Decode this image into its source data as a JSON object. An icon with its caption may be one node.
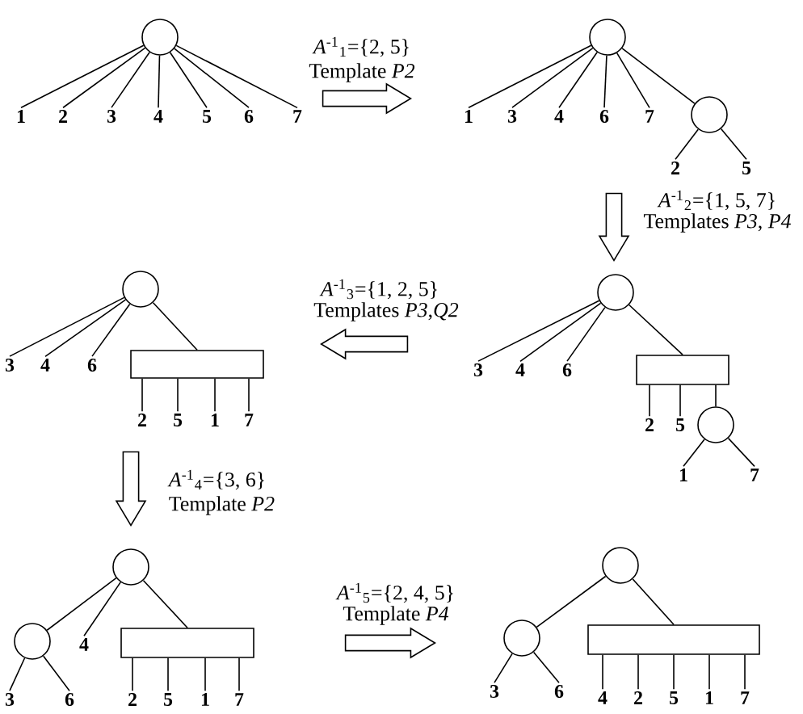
{
  "diagram": {
    "nodes": [
      {
        "text": [],
        "shape": "picture"
      },
      {
        "text": [],
        "shape": "circle",
        "in": 0
      },
      {
        "text": [
          "1"
        ],
        "in": 0
      },
      {
        "text": [
          "2"
        ],
        "in": 0
      },
      {
        "text": [
          "3"
        ],
        "in": 0
      },
      {
        "text": [
          "4"
        ],
        "in": 0
      },
      {
        "text": [
          "5"
        ],
        "in": 0
      },
      {
        "text": [
          "6"
        ],
        "in": 0
      },
      {
        "text": [
          "7"
        ],
        "in": 0
      },
      {
        "text": [],
        "shape": "picture"
      },
      {
        "text": [],
        "shape": "circle",
        "in": 9
      },
      {
        "text": [
          "1"
        ],
        "in": 9
      },
      {
        "text": [
          "3"
        ],
        "in": 9
      },
      {
        "text": [
          "4"
        ],
        "in": 9
      },
      {
        "text": [
          "6"
        ],
        "in": 9
      },
      {
        "text": [
          "7"
        ],
        "in": 9
      },
      {
        "text": [],
        "shape": "circle",
        "in": 9
      },
      {
        "text": [
          "2"
        ],
        "in": 9
      },
      {
        "text": [
          "5"
        ],
        "in": 9
      },
      {
        "text": [],
        "shape": "picture"
      },
      {
        "text": [],
        "shape": "circle",
        "in": 19
      },
      {
        "text": [
          "3"
        ],
        "in": 19
      },
      {
        "text": [
          "4"
        ],
        "in": 19
      },
      {
        "text": [
          "6"
        ],
        "in": 19
      },
      {
        "text": [],
        "shape": "box",
        "in": 19
      },
      {
        "text": [
          "2"
        ],
        "in": 19
      },
      {
        "text": [
          "5"
        ],
        "in": 19
      },
      {
        "text": [],
        "shape": "circle",
        "in": 19
      },
      {
        "text": [
          "1"
        ],
        "in": 19
      },
      {
        "text": [
          "7"
        ],
        "in": 19
      },
      {
        "text": [],
        "shape": "picture"
      },
      {
        "text": [],
        "shape": "circle",
        "in": 30
      },
      {
        "text": [
          "3"
        ],
        "in": 30
      },
      {
        "text": [
          "4"
        ],
        "in": 30
      },
      {
        "text": [
          "6"
        ],
        "in": 30
      },
      {
        "text": [],
        "shape": "box",
        "in": 30
      },
      {
        "text": [
          "2"
        ],
        "in": 30
      },
      {
        "text": [
          "5"
        ],
        "in": 30
      },
      {
        "text": [
          "1"
        ],
        "in": 30
      },
      {
        "text": [
          "7"
        ],
        "in": 30
      },
      {
        "text": [],
        "shape": "picture"
      },
      {
        "text": [],
        "shape": "circle",
        "in": 40
      },
      {
        "text": [],
        "shape": "circle",
        "in": 40
      },
      {
        "text": [
          "3"
        ],
        "in": 40
      },
      {
        "text": [
          "6"
        ],
        "in": 40
      },
      {
        "text": [
          "4"
        ],
        "in": 40
      },
      {
        "text": [],
        "shape": "box",
        "in": 40
      },
      {
        "text": [
          "2"
        ],
        "in": 40
      },
      {
        "text": [
          "5"
        ],
        "in": 40
      },
      {
        "text": [
          "1"
        ],
        "in": 40
      },
      {
        "text": [
          "7"
        ],
        "in": 40
      },
      {
        "text": [],
        "shape": "picture"
      },
      {
        "text": [],
        "shape": "circle",
        "in": 51
      },
      {
        "text": [],
        "shape": "circle",
        "in": 51
      },
      {
        "text": [
          "3"
        ],
        "in": 51
      },
      {
        "text": [
          "6"
        ],
        "in": 51
      },
      {
        "text": [],
        "shape": "box",
        "in": 51
      },
      {
        "text": [
          "4"
        ],
        "in": 51
      },
      {
        "text": [
          "2"
        ],
        "in": 51
      },
      {
        "text": [
          "5"
        ],
        "in": 51
      },
      {
        "text": [
          "1"
        ],
        "in": 51
      },
      {
        "text": [
          "7"
        ],
        "in": 51
      }
    ],
    "edges": [
      {
        "from": 1,
        "to": 2,
        "arrow": "none"
      },
      {
        "from": 1,
        "to": 3,
        "arrow": "none"
      },
      {
        "from": 1,
        "to": 4,
        "arrow": "none"
      },
      {
        "from": 1,
        "to": 5,
        "arrow": "none"
      },
      {
        "from": 1,
        "to": 6,
        "arrow": "none"
      },
      {
        "from": 1,
        "to": 7,
        "arrow": "none"
      },
      {
        "from": 1,
        "to": 8,
        "arrow": "none"
      },
      {
        "from": 0,
        "to": 9,
        "arrow": "to",
        "style": "thick"
      },
      {
        "from": 10,
        "to": 11,
        "arrow": "none"
      },
      {
        "from": 10,
        "to": 12,
        "arrow": "none"
      },
      {
        "from": 10,
        "to": 13,
        "arrow": "none"
      },
      {
        "from": 10,
        "to": 14,
        "arrow": "none"
      },
      {
        "from": 10,
        "to": 15,
        "arrow": "none"
      },
      {
        "from": 10,
        "to": 16,
        "arrow": "none"
      },
      {
        "from": 16,
        "to": 17,
        "arrow": "none"
      },
      {
        "from": 16,
        "to": 18,
        "arrow": "none"
      },
      {
        "from": 9,
        "to": 19,
        "arrow": "to",
        "style": "thick"
      },
      {
        "from": 20,
        "to": 21,
        "arrow": "none"
      },
      {
        "from": 20,
        "to": 22,
        "arrow": "none"
      },
      {
        "from": 20,
        "to": 23,
        "arrow": "none"
      },
      {
        "from": 20,
        "to": 24,
        "arrow": "none"
      },
      {
        "from": 24,
        "to": 25,
        "arrow": "none"
      },
      {
        "from": 24,
        "to": 26,
        "arrow": "none"
      },
      {
        "from": 24,
        "to": 27,
        "arrow": "none"
      },
      {
        "from": 27,
        "to": 28,
        "arrow": "none"
      },
      {
        "from": 27,
        "to": 29,
        "arrow": "none"
      },
      {
        "from": 19,
        "to": 30,
        "arrow": "to",
        "style": "thick"
      },
      {
        "from": 31,
        "to": 32,
        "arrow": "none"
      },
      {
        "from": 31,
        "to": 33,
        "arrow": "none"
      },
      {
        "from": 31,
        "to": 34,
        "arrow": "none"
      },
      {
        "from": 31,
        "to": 35,
        "arrow": "none"
      },
      {
        "from": 35,
        "to": 36,
        "arrow": "none"
      },
      {
        "from": 35,
        "to": 37,
        "arrow": "none"
      },
      {
        "from": 35,
        "to": 38,
        "arrow": "none"
      },
      {
        "from": 35,
        "to": 39,
        "arrow": "none"
      },
      {
        "from": 30,
        "to": 40,
        "arrow": "to",
        "style": "thick"
      },
      {
        "from": 41,
        "to": 42,
        "arrow": "none"
      },
      {
        "from": 41,
        "to": 45,
        "arrow": "none"
      },
      {
        "from": 41,
        "to": 46,
        "arrow": "none"
      },
      {
        "from": 42,
        "to": 43,
        "arrow": "none"
      },
      {
        "from": 42,
        "to": 44,
        "arrow": "none"
      },
      {
        "from": 46,
        "to": 47,
        "arrow": "none"
      },
      {
        "from": 46,
        "to": 48,
        "arrow": "none"
      },
      {
        "from": 46,
        "to": 49,
        "arrow": "none"
      },
      {
        "from": 46,
        "to": 50,
        "arrow": "none"
      },
      {
        "from": 40,
        "to": 51,
        "arrow": "to",
        "style": "thick"
      },
      {
        "from": 52,
        "to": 53,
        "arrow": "none"
      },
      {
        "from": 52,
        "to": 56,
        "arrow": "none"
      },
      {
        "from": 53,
        "to": 54,
        "arrow": "none"
      },
      {
        "from": 53,
        "to": 55,
        "arrow": "none"
      },
      {
        "from": 56,
        "to": 57,
        "arrow": "none"
      },
      {
        "from": 56,
        "to": 58,
        "arrow": "none"
      },
      {
        "from": 56,
        "to": 59,
        "arrow": "none"
      },
      {
        "from": 56,
        "to": 60,
        "arrow": "none"
      },
      {
        "from": 56,
        "to": 61,
        "arrow": "none"
      }
    ],
    "labels": [
      "*A*$^{-1}$$_{1}$={2, 5}",
      "Template *P2*",
      "*A*$^{-1}$$_{2}$={1, 5, 7}",
      "Templates *P3*, *P4*",
      "*A*$^{-1}$$_{3}$={1, 2, 5}",
      "Templates *P3*,*Q2*",
      "*A*$^{-1}$$_{4}$={3, 6}",
      "Template *P2*",
      "*A*$^{-1}$$_{5}$={2, 4, 5}",
      "Template *P4*"
    ]
  }
}
